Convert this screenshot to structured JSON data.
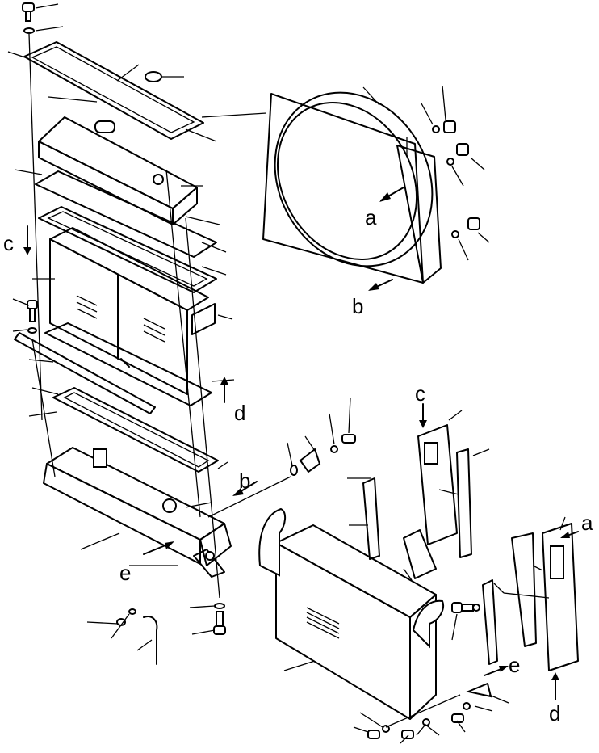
{
  "labels": {
    "a_fan": "a",
    "b_fan": "b",
    "c_left": "c",
    "d_left": "d",
    "b_mid": "b",
    "e_left": "e",
    "c_right": "c",
    "a_right": "a",
    "e_right": "e",
    "d_right": "d"
  }
}
